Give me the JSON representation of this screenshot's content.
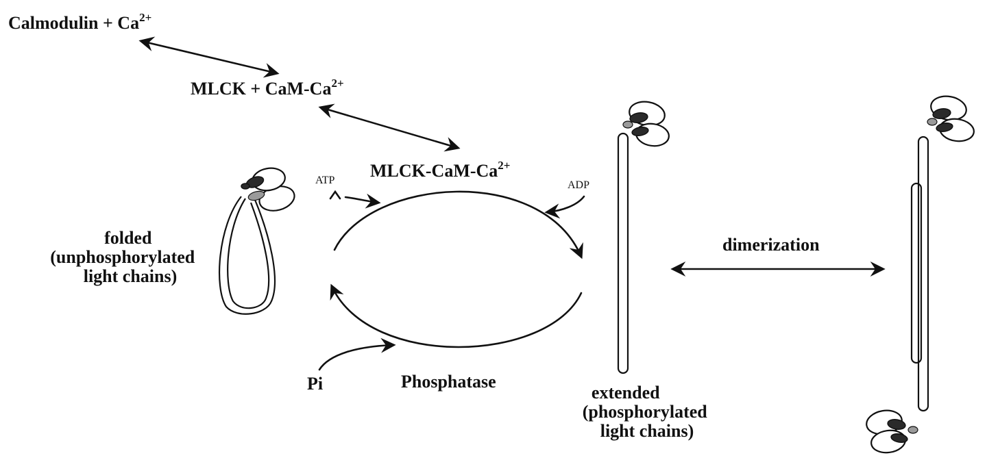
{
  "labels": {
    "calmodulin": "Calmodulin + Ca",
    "calmodulin_sup": "2+",
    "mlck_plus": "MLCK +  CaM-Ca",
    "mlck_plus_sup": "2+",
    "mlck_complex": "MLCK-CaM-Ca",
    "mlck_complex_sup": "2+",
    "atp": "ATP",
    "adp": "ADP",
    "pi": "Pi",
    "phosphatase": "Phosphatase",
    "folded": [
      "folded",
      "(unphosphorylated",
      "light chains)"
    ],
    "extended": [
      "extended",
      "(phosphorylated",
      "light chains)"
    ],
    "dimerization": "dimerization"
  }
}
